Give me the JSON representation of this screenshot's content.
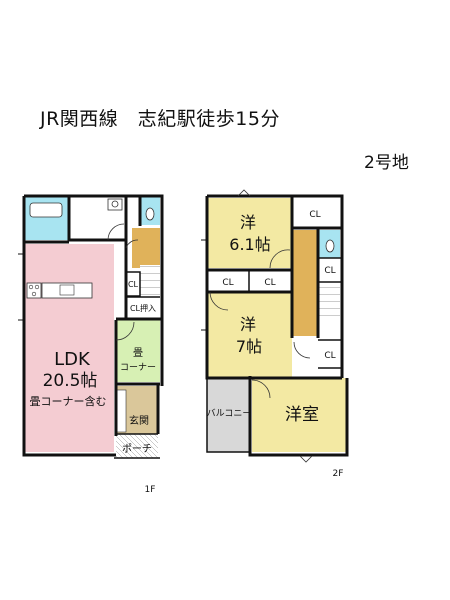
{
  "header": {
    "access": "JR関西線　志紀駅徒歩15分",
    "lot": "2号地"
  },
  "floor1": {
    "label": "1F",
    "ldk_title": "LDK",
    "ldk_size": "20.5帖",
    "ldk_note": "畳コーナー含む",
    "tatami_1": "畳",
    "tatami_2": "コーナー",
    "genkan": "玄関",
    "porch": "ポーチ",
    "cl": "CL",
    "oshiire": "CL押入"
  },
  "floor2": {
    "label": "2F",
    "room1_1": "洋",
    "room1_2": "6.1帖",
    "room2_1": "洋",
    "room2_2": "7帖",
    "room3": "洋室",
    "balcony": "バルコニー",
    "cl": "CL"
  },
  "colors": {
    "ldk": "#f4ccd2",
    "room": "#f3e9a3",
    "wet": "#a8e4f1",
    "tatami": "#d7f0b4",
    "stair": "#e0b25a",
    "balcony": "#d8d8d8",
    "genkan": "#dac79a",
    "wall": "#111111"
  }
}
